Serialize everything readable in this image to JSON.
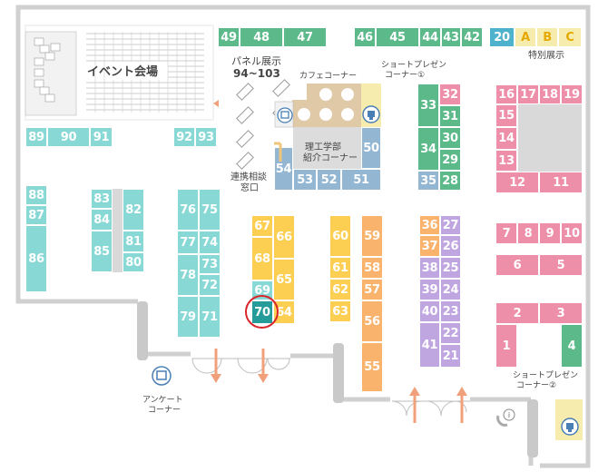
{
  "colors": {
    "green": "#5bb98a",
    "blue": "#4fb2cd",
    "cyan": "#88d8d5",
    "pink": "#ee8fa9",
    "yellow": "#fccf53",
    "orange": "#f9b36c",
    "lavender": "#c0a6e0",
    "steel": "#93b6d3",
    "tan": "#e0c9a6",
    "lemon": "#f6ecad",
    "highlight_booth": "#259c9a",
    "highlight_ring": "#d9252a",
    "arrow": "#f0a07a"
  },
  "labels": {
    "event_hall": "イベント会場",
    "panel_title": "パネル展示",
    "panel_range": "94~103",
    "cafe": "カフェコーナー",
    "short_presen_1_l1": "ショートプレゼン",
    "short_presen_1_l2": "コーナー①",
    "special": "特別展示",
    "science_l1": "理工学部",
    "science_l2": "紹介コーナー",
    "consult_l1": "連携相談",
    "consult_l2": "窓口",
    "survey_l1": "アンケート",
    "survey_l2": "コーナー",
    "short_presen_2_l1": "ショートプレゼン",
    "short_presen_2_l2": "コーナー②",
    "info_icon": "i"
  },
  "booths": [
    {
      "n": "49",
      "c": "green"
    },
    {
      "n": "48",
      "c": "green"
    },
    {
      "n": "47",
      "c": "green"
    },
    {
      "n": "46",
      "c": "green"
    },
    {
      "n": "45",
      "c": "green"
    },
    {
      "n": "44",
      "c": "green"
    },
    {
      "n": "43",
      "c": "green"
    },
    {
      "n": "42",
      "c": "green"
    },
    {
      "n": "20",
      "c": "blue"
    },
    {
      "n": "A",
      "c": "lemon"
    },
    {
      "n": "B",
      "c": "lemon"
    },
    {
      "n": "C",
      "c": "lemon"
    },
    {
      "n": "89",
      "c": "cyan"
    },
    {
      "n": "90",
      "c": "cyan"
    },
    {
      "n": "91",
      "c": "cyan"
    },
    {
      "n": "92",
      "c": "cyan"
    },
    {
      "n": "93",
      "c": "cyan"
    },
    {
      "n": "88",
      "c": "cyan"
    },
    {
      "n": "87",
      "c": "cyan"
    },
    {
      "n": "86",
      "c": "cyan"
    },
    {
      "n": "83",
      "c": "cyan"
    },
    {
      "n": "84",
      "c": "cyan"
    },
    {
      "n": "85",
      "c": "cyan"
    },
    {
      "n": "82",
      "c": "cyan"
    },
    {
      "n": "81",
      "c": "cyan"
    },
    {
      "n": "80",
      "c": "cyan"
    },
    {
      "n": "76",
      "c": "cyan"
    },
    {
      "n": "75",
      "c": "cyan"
    },
    {
      "n": "77",
      "c": "cyan"
    },
    {
      "n": "74",
      "c": "cyan"
    },
    {
      "n": "78",
      "c": "cyan"
    },
    {
      "n": "73",
      "c": "cyan"
    },
    {
      "n": "72",
      "c": "cyan"
    },
    {
      "n": "79",
      "c": "cyan"
    },
    {
      "n": "71",
      "c": "cyan"
    },
    {
      "n": "67",
      "c": "yellow"
    },
    {
      "n": "68",
      "c": "yellow"
    },
    {
      "n": "69",
      "c": "cyan"
    },
    {
      "n": "70",
      "c": "highlight_booth"
    },
    {
      "n": "66",
      "c": "yellow"
    },
    {
      "n": "65",
      "c": "yellow"
    },
    {
      "n": "64",
      "c": "yellow"
    },
    {
      "n": "60",
      "c": "yellow"
    },
    {
      "n": "61",
      "c": "yellow"
    },
    {
      "n": "62",
      "c": "yellow"
    },
    {
      "n": "63",
      "c": "yellow"
    },
    {
      "n": "59",
      "c": "orange"
    },
    {
      "n": "58",
      "c": "orange"
    },
    {
      "n": "57",
      "c": "orange"
    },
    {
      "n": "56",
      "c": "orange"
    },
    {
      "n": "55",
      "c": "orange"
    },
    {
      "n": "36",
      "c": "orange"
    },
    {
      "n": "37",
      "c": "orange"
    },
    {
      "n": "27",
      "c": "lavender"
    },
    {
      "n": "26",
      "c": "lavender"
    },
    {
      "n": "38",
      "c": "lavender"
    },
    {
      "n": "25",
      "c": "lavender"
    },
    {
      "n": "39",
      "c": "lavender"
    },
    {
      "n": "24",
      "c": "lavender"
    },
    {
      "n": "40",
      "c": "lavender"
    },
    {
      "n": "23",
      "c": "lavender"
    },
    {
      "n": "41",
      "c": "lavender"
    },
    {
      "n": "22",
      "c": "lavender"
    },
    {
      "n": "21",
      "c": "lavender"
    },
    {
      "n": "33",
      "c": "green"
    },
    {
      "n": "34",
      "c": "green"
    },
    {
      "n": "35",
      "c": "steel"
    },
    {
      "n": "32",
      "c": "pink"
    },
    {
      "n": "31",
      "c": "green"
    },
    {
      "n": "30",
      "c": "green"
    },
    {
      "n": "29",
      "c": "green"
    },
    {
      "n": "28",
      "c": "green"
    },
    {
      "n": "50",
      "c": "steel"
    },
    {
      "n": "51",
      "c": "steel"
    },
    {
      "n": "52",
      "c": "steel"
    },
    {
      "n": "53",
      "c": "steel"
    },
    {
      "n": "54",
      "c": "steel"
    },
    {
      "n": "16",
      "c": "pink"
    },
    {
      "n": "17",
      "c": "pink"
    },
    {
      "n": "18",
      "c": "pink"
    },
    {
      "n": "19",
      "c": "pink"
    },
    {
      "n": "15",
      "c": "pink"
    },
    {
      "n": "14",
      "c": "pink"
    },
    {
      "n": "13",
      "c": "pink"
    },
    {
      "n": "12",
      "c": "pink"
    },
    {
      "n": "11",
      "c": "pink"
    },
    {
      "n": "7",
      "c": "pink"
    },
    {
      "n": "8",
      "c": "pink"
    },
    {
      "n": "9",
      "c": "pink"
    },
    {
      "n": "10",
      "c": "pink"
    },
    {
      "n": "6",
      "c": "pink"
    },
    {
      "n": "5",
      "c": "pink"
    },
    {
      "n": "2",
      "c": "pink"
    },
    {
      "n": "3",
      "c": "pink"
    },
    {
      "n": "1",
      "c": "pink"
    },
    {
      "n": "4",
      "c": "green"
    }
  ]
}
